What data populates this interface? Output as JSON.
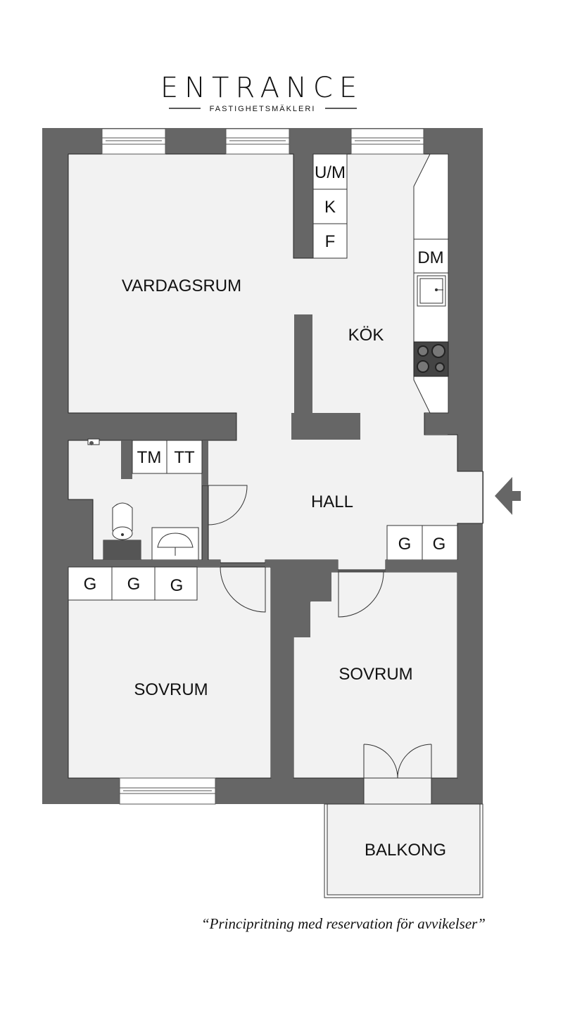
{
  "brand": {
    "name": "ENTRANCE",
    "tagline": "FASTIGHETSMÄKLERI"
  },
  "rooms": {
    "vardagsrum": "VARDAGSRUM",
    "kok": "KÖK",
    "hall": "HALL",
    "sovrum_left": "SOVRUM",
    "sovrum_right": "SOVRUM",
    "balkong": "BALKONG"
  },
  "fixtures": {
    "um": "U/M",
    "k": "K",
    "f": "F",
    "dm": "DM",
    "tm": "TM",
    "tt": "TT",
    "g": "G"
  },
  "disclaimer": "“Principritning med reservation för avvikelser”",
  "colors": {
    "wall": "#666666",
    "floor": "#f2f2f2",
    "line": "#222222"
  },
  "icons": {
    "entrance": "arrow-left-icon",
    "stove": "stove-icon",
    "sink": "sink-icon",
    "toilet": "toilet-icon",
    "washbasin": "washbasin-icon",
    "tap": "tap-icon"
  }
}
